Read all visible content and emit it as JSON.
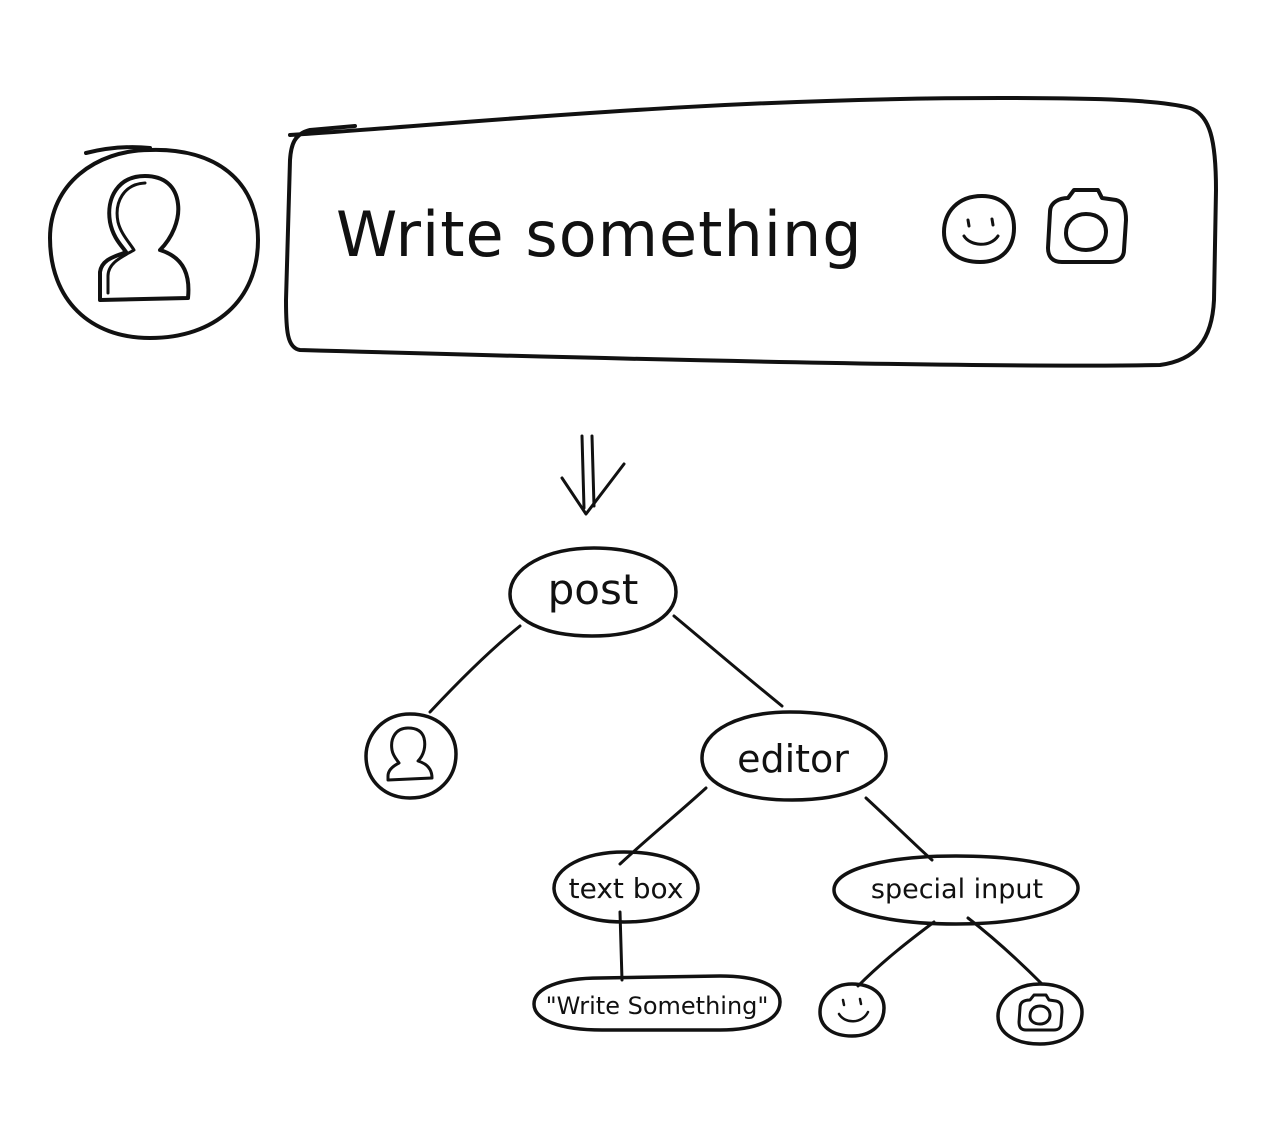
{
  "mockup": {
    "input_text": "Write something",
    "avatar_icon": "user-silhouette-icon",
    "emoji_icon": "smiley-face-icon",
    "camera_icon": "camera-icon"
  },
  "tree": {
    "root_label": "post",
    "editor_label": "editor",
    "textbox_label": "text box",
    "text_value_label": "\"Write Something\"",
    "special_input_label": "special input"
  },
  "colors": {
    "ink": "#111111",
    "board": "#ffffff"
  }
}
